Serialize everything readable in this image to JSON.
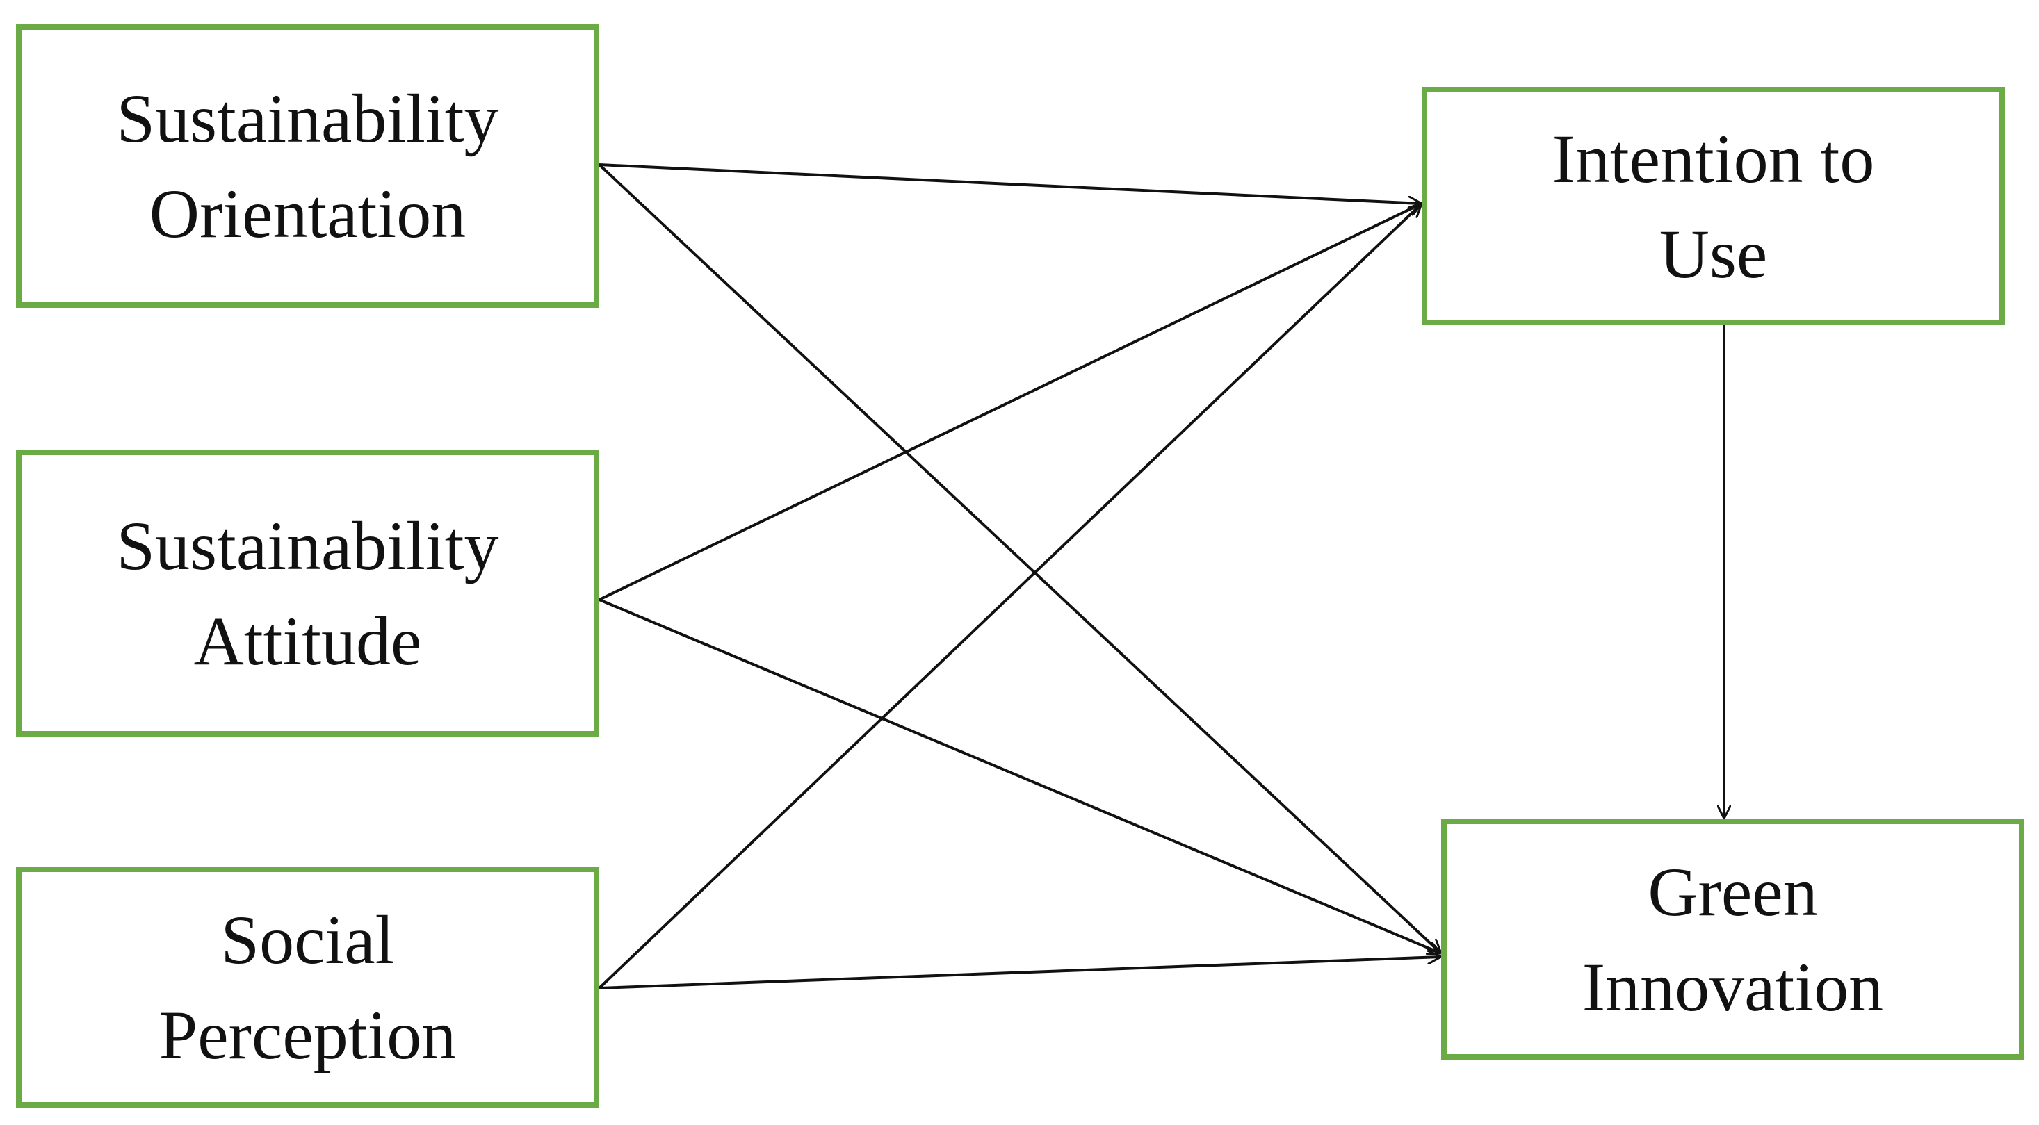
{
  "nodes": {
    "sustainability_orientation": {
      "line1": "Sustainability",
      "line2": "Orientation"
    },
    "sustainability_attitude": {
      "line1": "Sustainability",
      "line2": "Attitude"
    },
    "social_perception": {
      "line1": "Social",
      "line2": "Perception"
    },
    "intention_to_use": {
      "line1": "Intention to",
      "line2": "Use"
    },
    "green_innovation": {
      "line1": "Green",
      "line2": "Innovation"
    }
  },
  "edges": [
    {
      "from": "sustainability_orientation",
      "to": "intention_to_use"
    },
    {
      "from": "sustainability_orientation",
      "to": "green_innovation"
    },
    {
      "from": "sustainability_attitude",
      "to": "intention_to_use"
    },
    {
      "from": "sustainability_attitude",
      "to": "green_innovation"
    },
    {
      "from": "social_perception",
      "to": "intention_to_use"
    },
    {
      "from": "social_perception",
      "to": "green_innovation"
    },
    {
      "from": "intention_to_use",
      "to": "green_innovation"
    }
  ],
  "colors": {
    "box_border": "#6aab45",
    "arrow": "#111111",
    "text": "#111111"
  }
}
